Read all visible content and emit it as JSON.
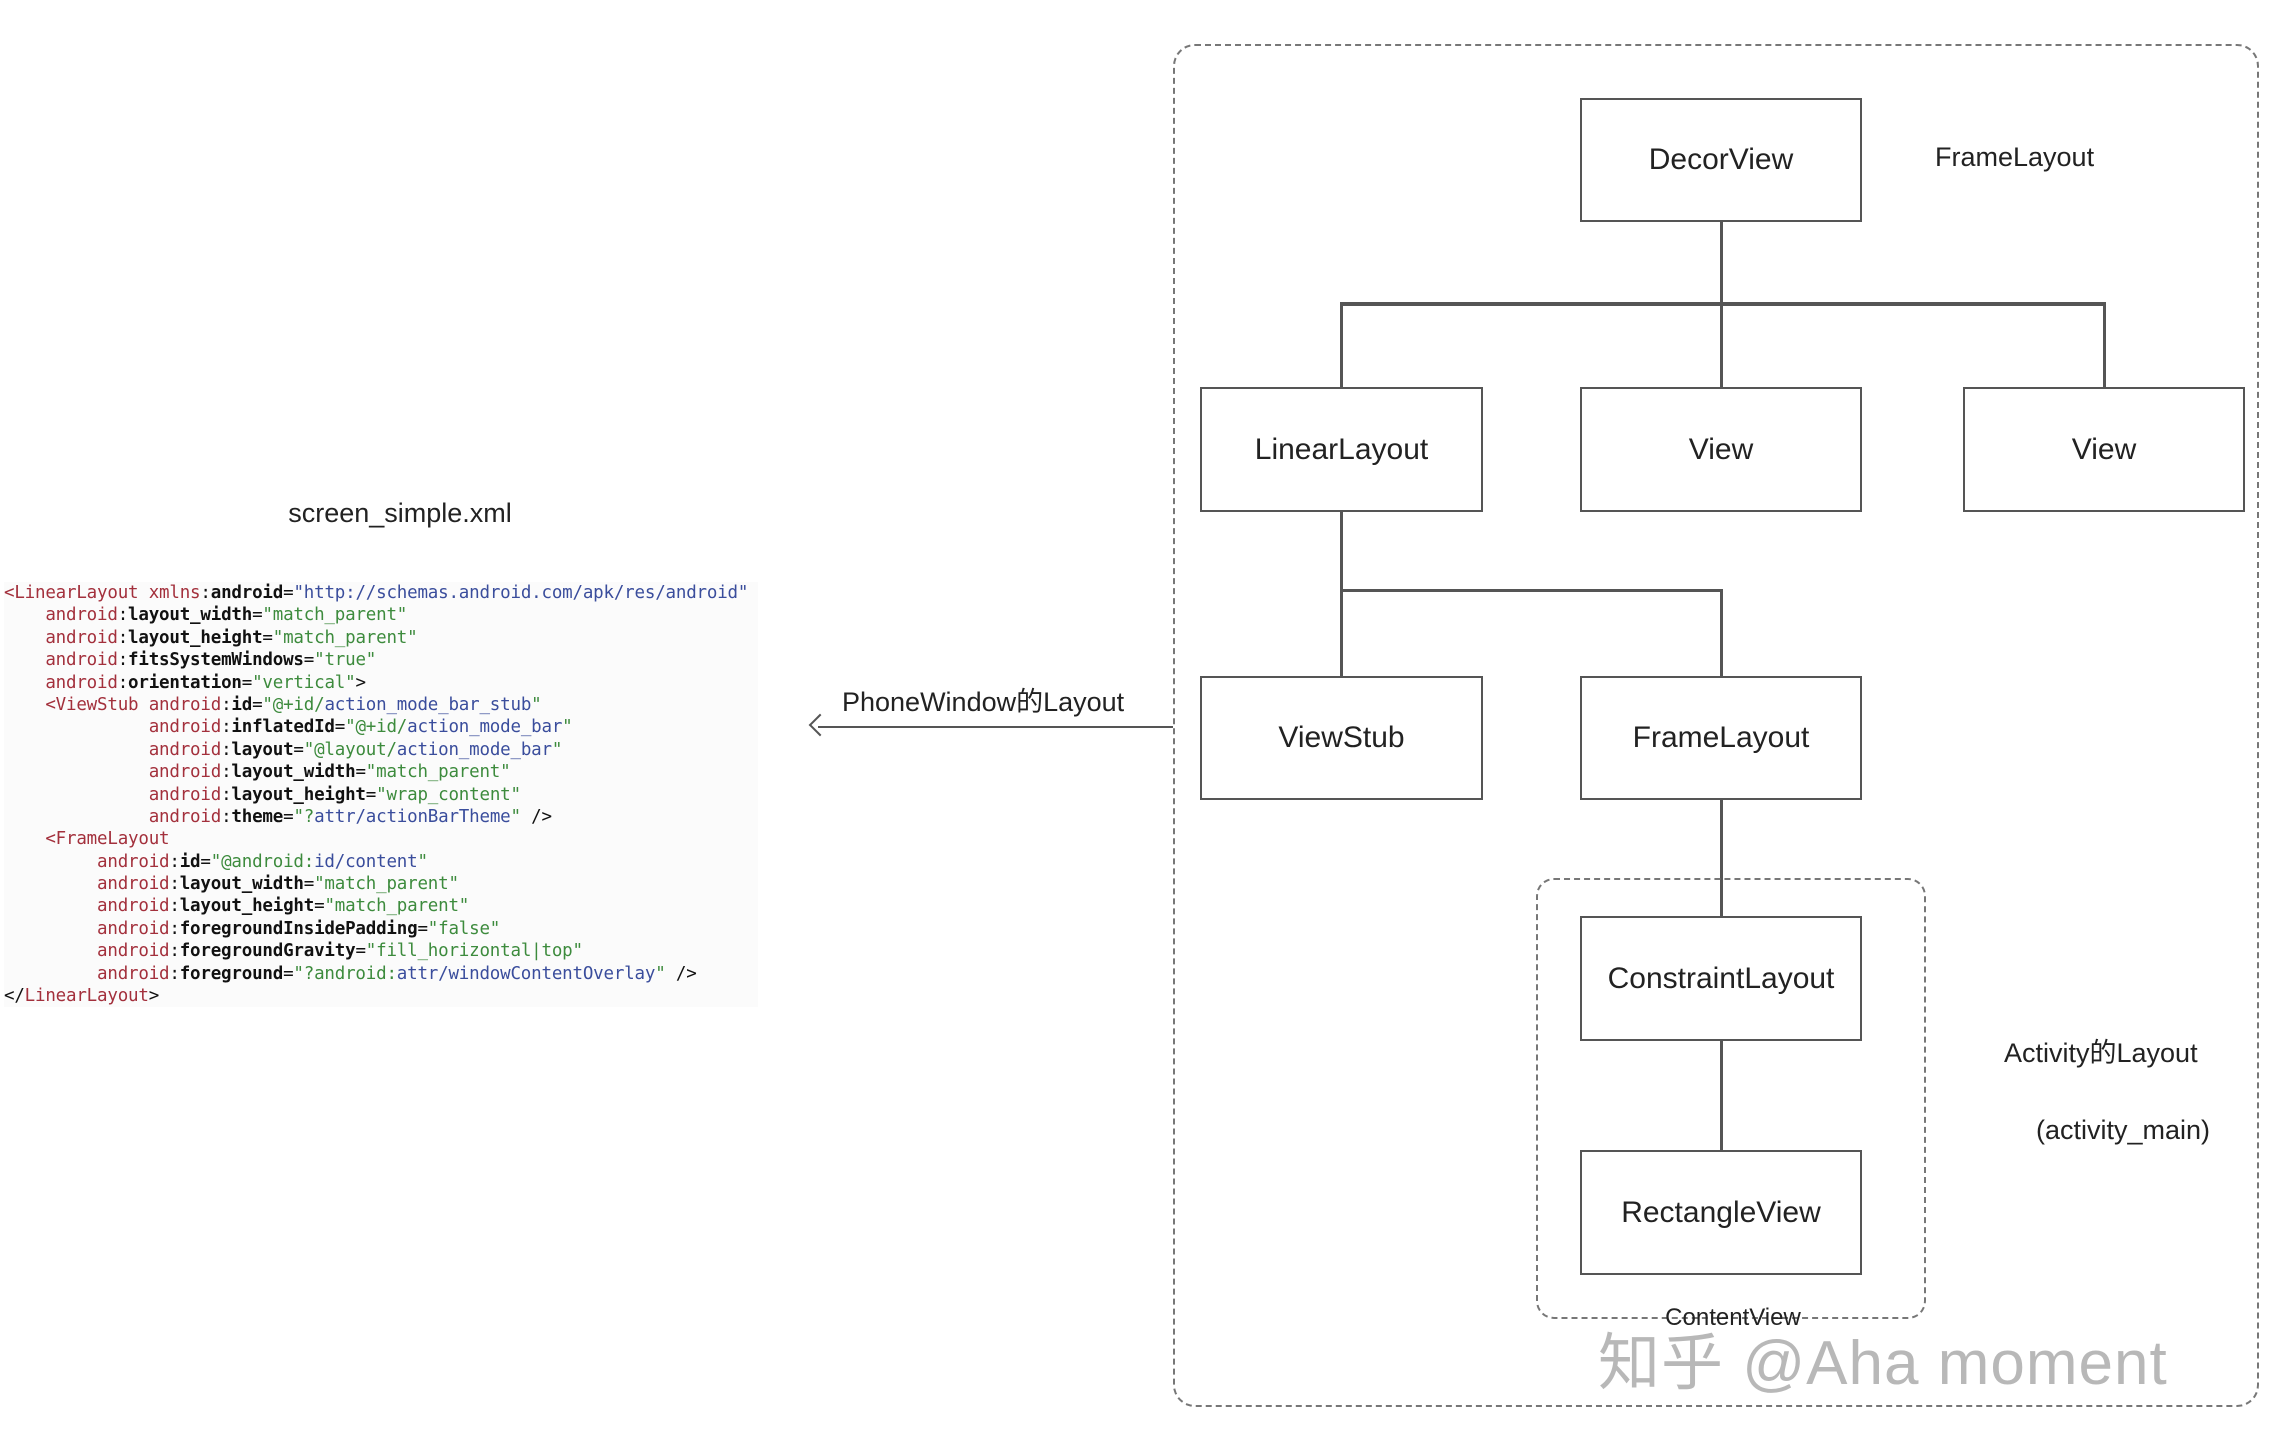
{
  "left_panel": {
    "title": "screen_simple.xml",
    "code_lines": [
      [
        {
          "c": "t",
          "s": "<LinearLayout xmlns"
        },
        {
          "c": "p",
          "s": ":"
        },
        {
          "c": "b",
          "s": "android"
        },
        {
          "c": "p",
          "s": "="
        },
        {
          "c": "u",
          "s": "\"http://schemas.android.com/apk/res/android\""
        }
      ],
      [
        {
          "c": "t",
          "s": "    android"
        },
        {
          "c": "p",
          "s": ":"
        },
        {
          "c": "b",
          "s": "layout_width"
        },
        {
          "c": "p",
          "s": "="
        },
        {
          "c": "g",
          "s": "\"match_parent\""
        }
      ],
      [
        {
          "c": "t",
          "s": "    android"
        },
        {
          "c": "p",
          "s": ":"
        },
        {
          "c": "b",
          "s": "layout_height"
        },
        {
          "c": "p",
          "s": "="
        },
        {
          "c": "g",
          "s": "\"match_parent\""
        }
      ],
      [
        {
          "c": "t",
          "s": "    android"
        },
        {
          "c": "p",
          "s": ":"
        },
        {
          "c": "b",
          "s": "fitsSystemWindows"
        },
        {
          "c": "p",
          "s": "="
        },
        {
          "c": "g",
          "s": "\"true\""
        }
      ],
      [
        {
          "c": "t",
          "s": "    android"
        },
        {
          "c": "p",
          "s": ":"
        },
        {
          "c": "b",
          "s": "orientation"
        },
        {
          "c": "p",
          "s": "="
        },
        {
          "c": "g",
          "s": "\"vertical\""
        },
        {
          "c": "p",
          "s": ">"
        }
      ],
      [
        {
          "c": "t",
          "s": "    <ViewStub android"
        },
        {
          "c": "p",
          "s": ":"
        },
        {
          "c": "b",
          "s": "id"
        },
        {
          "c": "p",
          "s": "="
        },
        {
          "c": "g",
          "s": "\"@+id/"
        },
        {
          "c": "u",
          "s": "action_mode_bar_stub"
        },
        {
          "c": "g",
          "s": "\""
        }
      ],
      [
        {
          "c": "t",
          "s": "              android"
        },
        {
          "c": "p",
          "s": ":"
        },
        {
          "c": "b",
          "s": "inflatedId"
        },
        {
          "c": "p",
          "s": "="
        },
        {
          "c": "g",
          "s": "\"@+id/"
        },
        {
          "c": "u",
          "s": "action_mode_bar"
        },
        {
          "c": "g",
          "s": "\""
        }
      ],
      [
        {
          "c": "t",
          "s": "              android"
        },
        {
          "c": "p",
          "s": ":"
        },
        {
          "c": "b",
          "s": "layout"
        },
        {
          "c": "p",
          "s": "="
        },
        {
          "c": "g",
          "s": "\"@layout/"
        },
        {
          "c": "u",
          "s": "action_mode_bar"
        },
        {
          "c": "g",
          "s": "\""
        }
      ],
      [
        {
          "c": "t",
          "s": "              android"
        },
        {
          "c": "p",
          "s": ":"
        },
        {
          "c": "b",
          "s": "layout_width"
        },
        {
          "c": "p",
          "s": "="
        },
        {
          "c": "g",
          "s": "\"match_parent\""
        }
      ],
      [
        {
          "c": "t",
          "s": "              android"
        },
        {
          "c": "p",
          "s": ":"
        },
        {
          "c": "b",
          "s": "layout_height"
        },
        {
          "c": "p",
          "s": "="
        },
        {
          "c": "g",
          "s": "\"wrap_content\""
        }
      ],
      [
        {
          "c": "t",
          "s": "              android"
        },
        {
          "c": "p",
          "s": ":"
        },
        {
          "c": "b",
          "s": "theme"
        },
        {
          "c": "p",
          "s": "="
        },
        {
          "c": "g",
          "s": "\"?"
        },
        {
          "c": "u",
          "s": "attr/actionBarTheme"
        },
        {
          "c": "g",
          "s": "\""
        },
        {
          "c": "p",
          "s": " />"
        }
      ],
      [
        {
          "c": "t",
          "s": "    <FrameLayout"
        }
      ],
      [
        {
          "c": "t",
          "s": "         android"
        },
        {
          "c": "p",
          "s": ":"
        },
        {
          "c": "b",
          "s": "id"
        },
        {
          "c": "p",
          "s": "="
        },
        {
          "c": "g",
          "s": "\"@android:"
        },
        {
          "c": "u",
          "s": "id/content"
        },
        {
          "c": "g",
          "s": "\""
        }
      ],
      [
        {
          "c": "t",
          "s": "         android"
        },
        {
          "c": "p",
          "s": ":"
        },
        {
          "c": "b",
          "s": "layout_width"
        },
        {
          "c": "p",
          "s": "="
        },
        {
          "c": "g",
          "s": "\"match_parent\""
        }
      ],
      [
        {
          "c": "t",
          "s": "         android"
        },
        {
          "c": "p",
          "s": ":"
        },
        {
          "c": "b",
          "s": "layout_height"
        },
        {
          "c": "p",
          "s": "="
        },
        {
          "c": "g",
          "s": "\"match_parent\""
        }
      ],
      [
        {
          "c": "t",
          "s": "         android"
        },
        {
          "c": "p",
          "s": ":"
        },
        {
          "c": "b",
          "s": "foregroundInsidePadding"
        },
        {
          "c": "p",
          "s": "="
        },
        {
          "c": "g",
          "s": "\"false\""
        }
      ],
      [
        {
          "c": "t",
          "s": "         android"
        },
        {
          "c": "p",
          "s": ":"
        },
        {
          "c": "b",
          "s": "foregroundGravity"
        },
        {
          "c": "p",
          "s": "="
        },
        {
          "c": "g",
          "s": "\"fill_horizontal|top\""
        }
      ],
      [
        {
          "c": "t",
          "s": "         android"
        },
        {
          "c": "p",
          "s": ":"
        },
        {
          "c": "b",
          "s": "foreground"
        },
        {
          "c": "p",
          "s": "="
        },
        {
          "c": "g",
          "s": "\"?android:"
        },
        {
          "c": "u",
          "s": "attr/windowContentOverlay"
        },
        {
          "c": "g",
          "s": "\""
        },
        {
          "c": "p",
          "s": " />"
        }
      ],
      [
        {
          "c": "p",
          "s": "</"
        },
        {
          "c": "t",
          "s": "LinearLayout"
        },
        {
          "c": "p",
          "s": ">"
        }
      ]
    ]
  },
  "arrow_label": "PhoneWindow的Layout",
  "tree": {
    "root": "DecorView",
    "root_type_label": "FrameLayout",
    "level2": [
      "LinearLayout",
      "View",
      "View"
    ],
    "level3": [
      "ViewStub",
      "FrameLayout"
    ],
    "content": [
      "ConstraintLayout",
      "RectangleView"
    ],
    "content_group_label": "ContentView",
    "activity_label": "Activity的Layout",
    "activity_sublabel": "(activity_main)"
  },
  "watermark": "知乎 @Aha moment"
}
